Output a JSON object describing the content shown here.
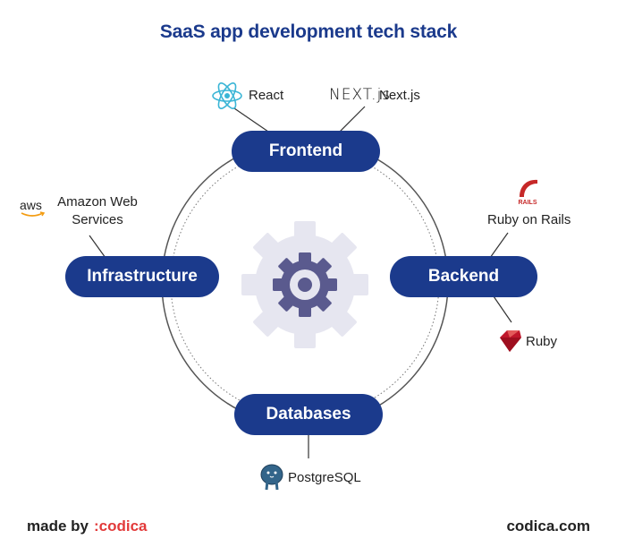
{
  "title": "SaaS app development tech stack",
  "nodes": {
    "frontend": "Frontend",
    "backend": "Backend",
    "databases": "Databases",
    "infrastructure": "Infrastructure"
  },
  "tech": {
    "react": "React",
    "nextjs": "Next.js",
    "nextjs_logo": "NEXT.js",
    "rails": "Ruby on Rails",
    "rails_logo": "RAILS",
    "ruby": "Ruby",
    "postgres": "PostgreSQL",
    "aws_line1": "Amazon Web",
    "aws_line2": "Services",
    "aws_logo": "aws"
  },
  "icons": [
    "react-icon",
    "nextjs-icon",
    "rails-icon",
    "ruby-icon",
    "postgresql-icon",
    "aws-icon",
    "gear-icon"
  ],
  "colors": {
    "primary": "#1b3a8c",
    "gear_light": "#e6e6f0",
    "gear_dark": "#5a5a8e",
    "brand_red": "#e23a3a"
  },
  "footer": {
    "made_by": "made by",
    "brand": ":codica",
    "site": "codica.com"
  }
}
